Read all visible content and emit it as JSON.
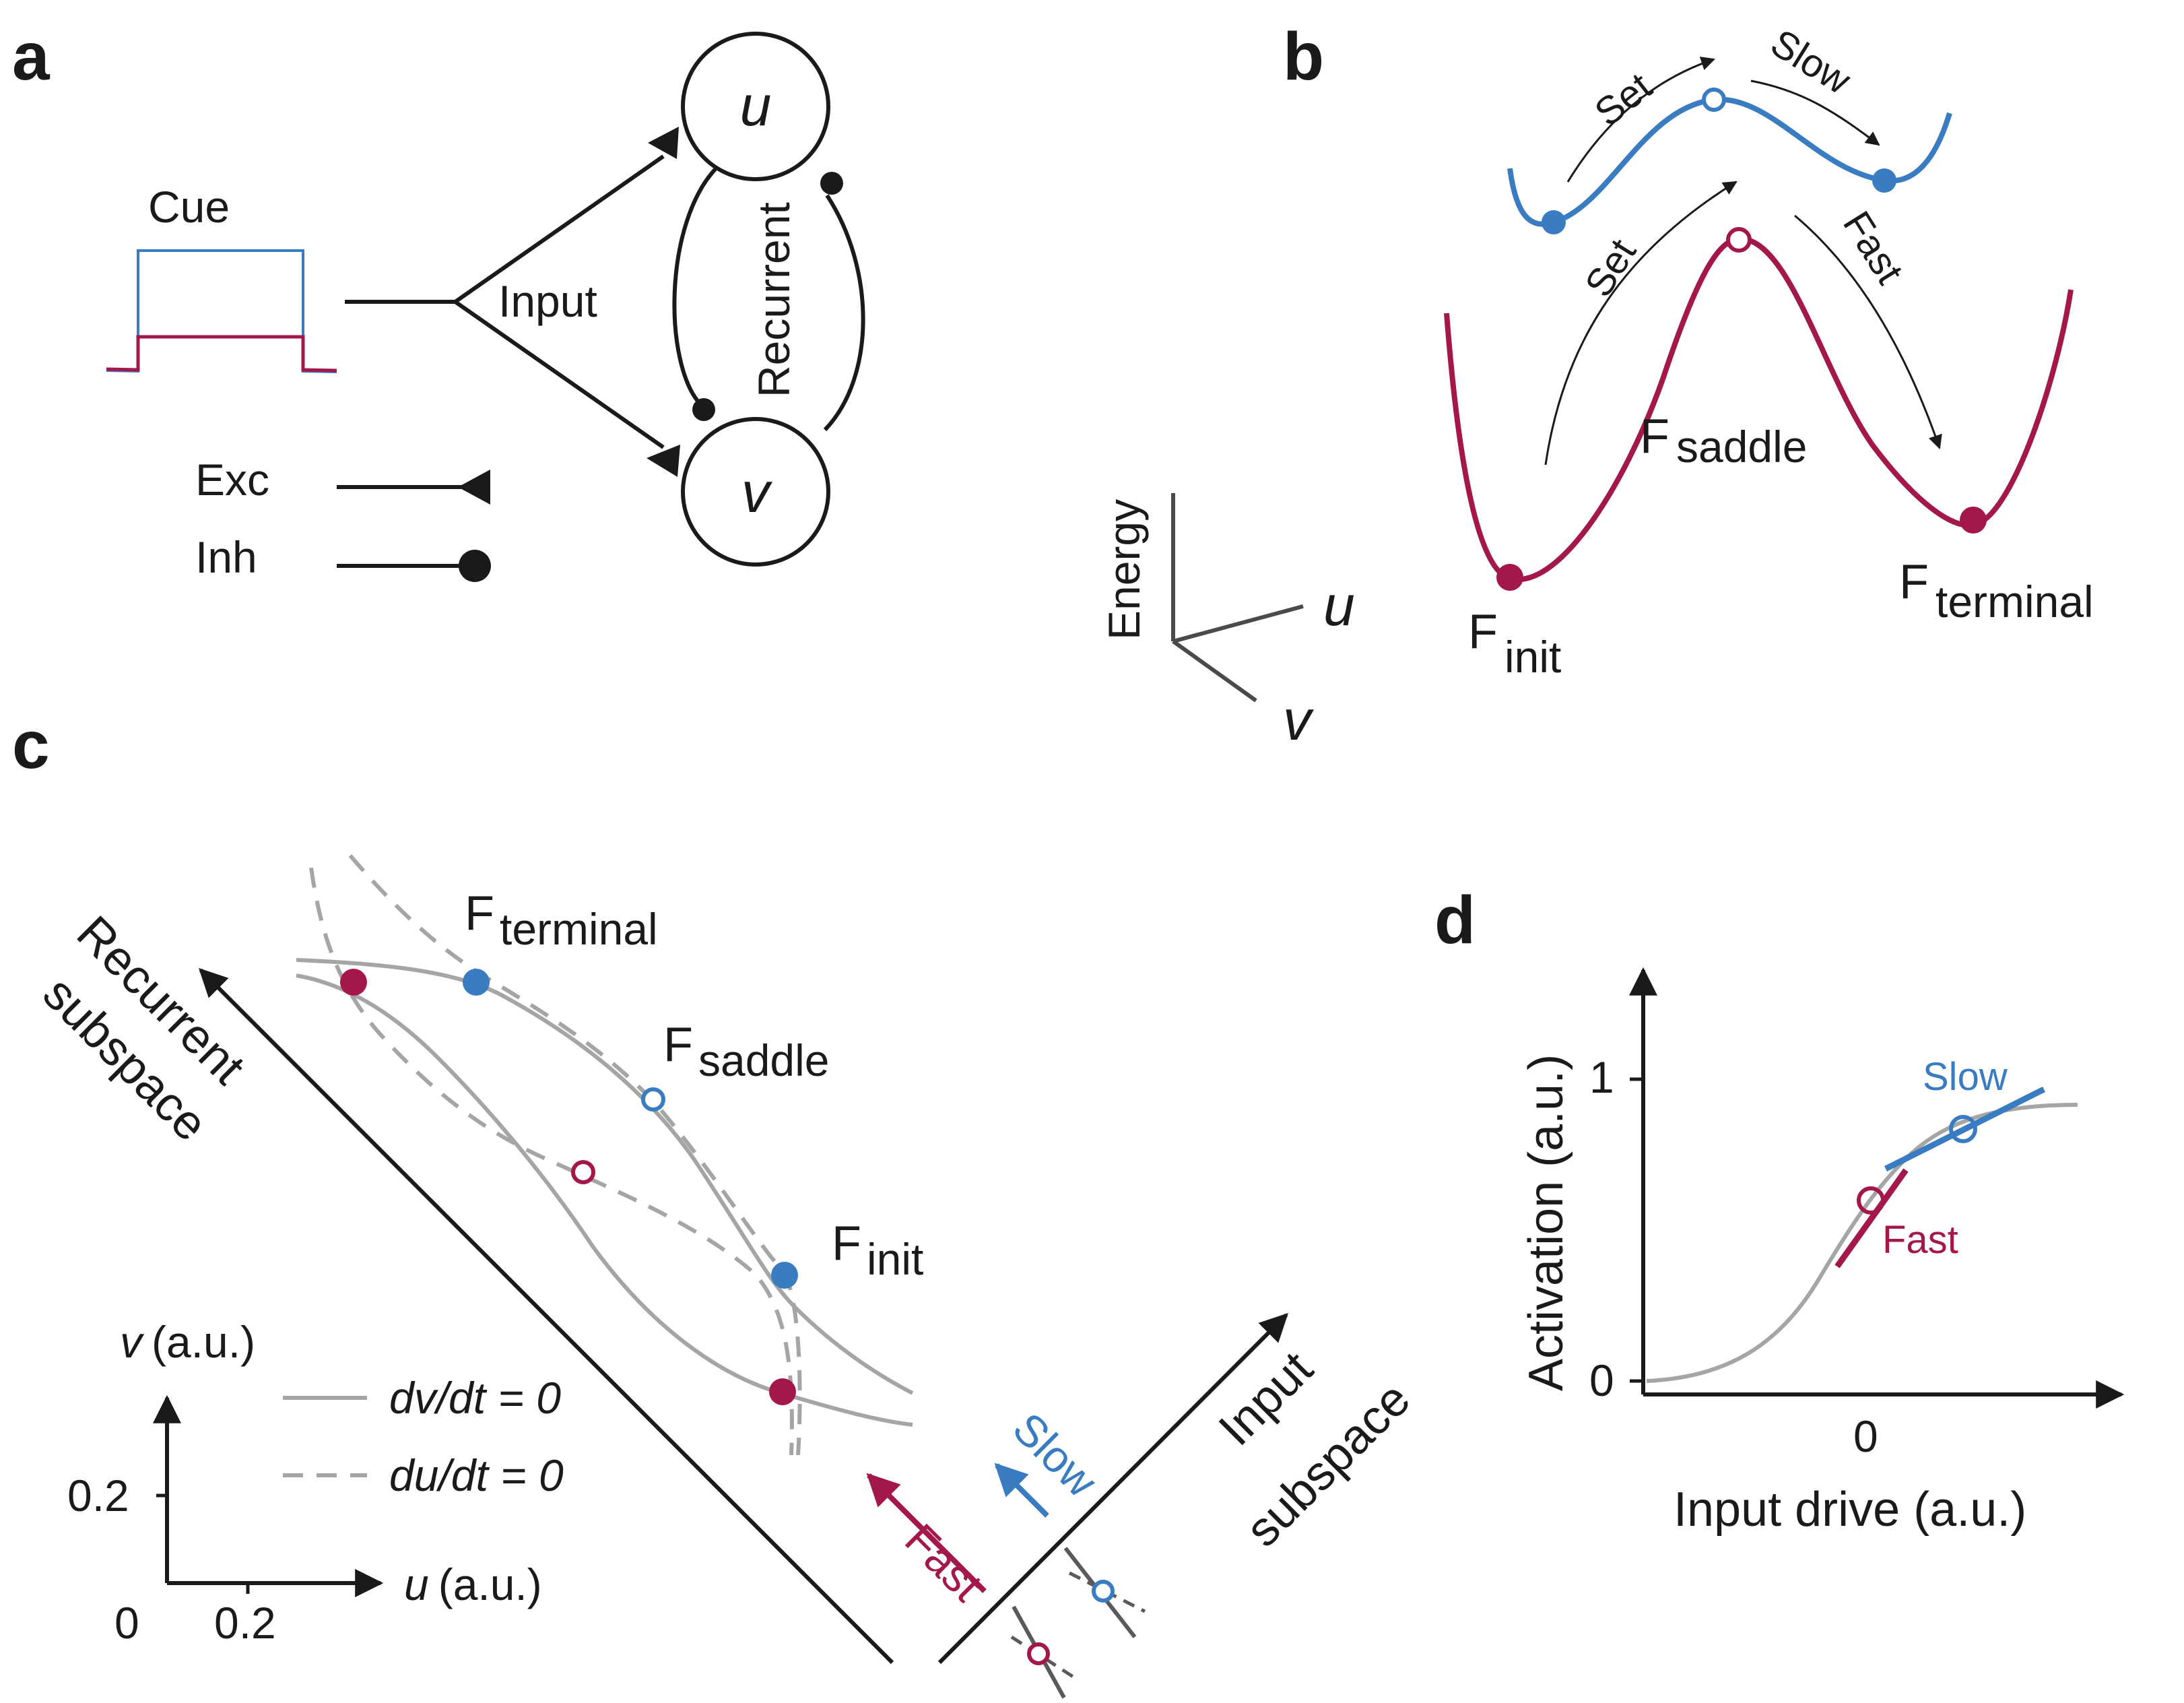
{
  "panels": {
    "a": {
      "letter": "a",
      "cue_label": "Cue",
      "input_label": "Input",
      "recurrent_label": "Recurrent",
      "node_u": "u",
      "node_v": "v",
      "legend_exc": "Exc",
      "legend_inh": "Inh"
    },
    "b": {
      "letter": "b",
      "set_upper": "Set",
      "slow": "Slow",
      "set_lower": "Set",
      "fast": "Fast",
      "f_saddle_base": "F",
      "f_saddle_sub": "saddle",
      "f_init_base": "F",
      "f_init_sub": "init",
      "f_terminal_base": "F",
      "f_terminal_sub": "terminal",
      "axis_energy": "Energy",
      "axis_u": "u",
      "axis_v": "v"
    },
    "c": {
      "letter": "c",
      "recurrent_line1": "Recurrent",
      "recurrent_line2": "subspace",
      "input_line1": "Input",
      "input_line2": "subspace",
      "f_terminal_base": "F",
      "f_terminal_sub": "terminal",
      "f_saddle_base": "F",
      "f_saddle_sub": "saddle",
      "f_init_base": "F",
      "f_init_sub": "init",
      "legend_solid": "dv/dt = 0",
      "legend_dashed": "du/dt = 0",
      "axis_v_label": "v",
      "axis_u_label": "u",
      "axis_unit": "(a.u.)",
      "tick_y": "0.2",
      "tick_x": "0.2",
      "tick_origin": "0",
      "slow": "Slow",
      "fast": "Fast"
    },
    "d": {
      "letter": "d",
      "ylabel": "Activation (a.u.)",
      "xlabel": "Input drive (a.u.)",
      "ytick_1": "1",
      "ytick_0": "0",
      "xtick_0": "0",
      "slow": "Slow",
      "fast": "Fast"
    }
  },
  "colors": {
    "blue": "#3a7cc1",
    "red": "#a3174b",
    "gray": "#a5a5a5",
    "black": "#1a1a1a"
  }
}
